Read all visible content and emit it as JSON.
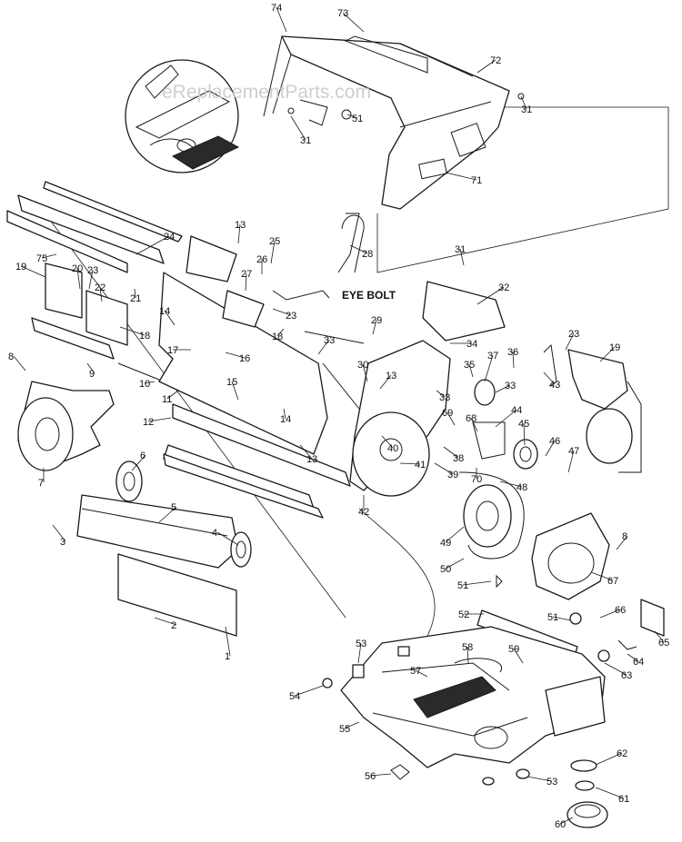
{
  "watermark": "eReplacementParts.com",
  "eye_bolt_label": "EYE BOLT",
  "callouts": [
    "1",
    "2",
    "3",
    "4",
    "5",
    "6",
    "7",
    "8",
    "9",
    "10",
    "11",
    "12",
    "13",
    "14",
    "15",
    "16",
    "17",
    "18",
    "19",
    "20",
    "21",
    "22",
    "23",
    "24",
    "25",
    "26",
    "27",
    "28",
    "29",
    "30",
    "31",
    "32",
    "33",
    "34",
    "35",
    "36",
    "37",
    "38",
    "39",
    "40",
    "41",
    "42",
    "43",
    "44",
    "45",
    "46",
    "47",
    "48",
    "49",
    "50",
    "51",
    "52",
    "53",
    "54",
    "55",
    "56",
    "57",
    "58",
    "59",
    "60",
    "61",
    "62",
    "63",
    "64",
    "65",
    "66",
    "67",
    "68",
    "69",
    "70",
    "71",
    "72",
    "73",
    "74",
    "75"
  ]
}
